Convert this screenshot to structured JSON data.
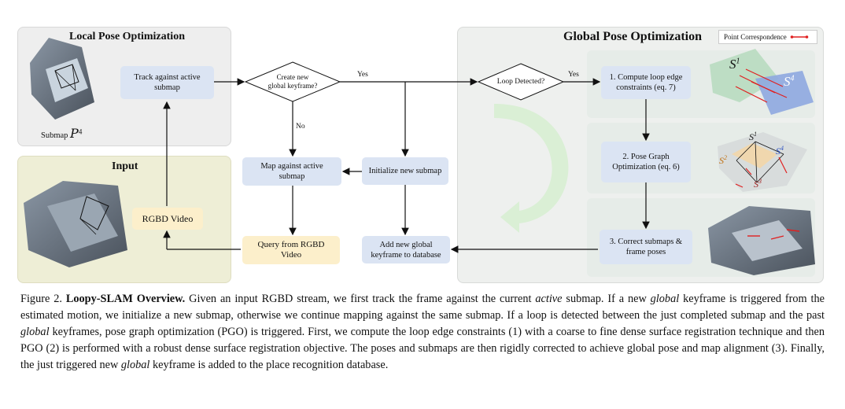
{
  "panels": {
    "local_title": "Local Pose Optimization",
    "input_title": "Input",
    "global_title": "Global Pose Optimization",
    "legend_label": "Point Correspondence"
  },
  "nodes": {
    "track": "Track against active\nsubmap",
    "decision_new_kf": "Create new\nglobal keyframe?",
    "loop_detected": "Loop Detected?",
    "compute_loop": "1. Compute loop edge\nconstraints (eq. 7)",
    "pgo": "2. Pose Graph\nOptimization (eq. 6)",
    "correct": "3. Correct submaps &\nframe poses",
    "map_active": "Map against active\nsubmap",
    "init_submap": "Initialize new submap",
    "add_kf": "Add new global\nkeyframe to database",
    "query": "Query from RGBD\nVideo",
    "rgbd_video": "RGBD Video"
  },
  "edge_labels": {
    "yes_1": "Yes",
    "yes_2": "Yes",
    "no": "No"
  },
  "image_labels": {
    "submap": "Submap",
    "submap_math": "P",
    "submap_sup": "4",
    "s1": "S",
    "s1_sup": "1",
    "s4": "S",
    "s4_sup": "4",
    "s2": "S",
    "s2_sup": "2",
    "s3": "S",
    "s3_sup": "3"
  },
  "caption": {
    "prefix": "Figure 2.",
    "title": "Loopy-SLAM Overview.",
    "t1": " Given an input RGBD stream, we first track the frame against the current ",
    "i1": "active",
    "t2": " submap. If a new ",
    "i2": "global",
    "t3": " keyframe is triggered from the estimated motion, we initialize a new submap, otherwise we continue mapping against the same submap. If a loop is detected between the just completed submap and the past ",
    "i3": "global",
    "t4": " keyframes, pose graph optimization (PGO) is triggered. First, we compute the loop edge constraints (1) with a coarse to fine dense surface registration technique and then PGO (2) is performed with a robust dense surface registration objective. The poses and submaps are then rigidly corrected to achieve global pose and map alignment (3). Finally, the just triggered new ",
    "i4": "global",
    "t5": " keyframe is added to the place recognition database."
  },
  "colors": {
    "local_bg": "#eeeeee",
    "input_bg": "#eeeed6",
    "global_bg": "#eef0ee",
    "blue_box": "#dbe4f3",
    "yellow_box": "#fcefcb",
    "correspondence": "#e02020",
    "big_arrow": "#d6efd0"
  }
}
